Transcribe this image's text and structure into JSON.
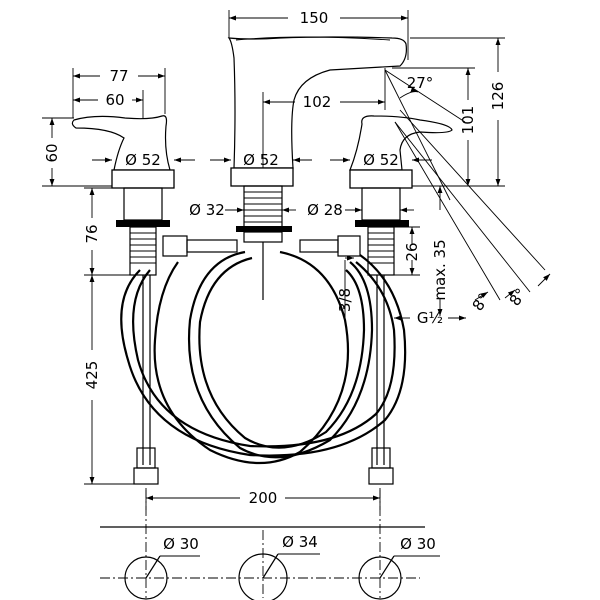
{
  "dims": {
    "spout_width": "150",
    "handle_width": "77",
    "handle_reach": "60",
    "handle_height": "60",
    "spout_reach": "102",
    "spout_height": "101",
    "total_height": "126",
    "spout_angle": "27°",
    "spout_diam": "Ø 52",
    "handle_left_diam": "Ø 52",
    "handle_right_diam": "Ø 52",
    "thread_diam": "Ø 32",
    "valve_diam": "Ø 28",
    "shank_length": "76",
    "valve_length": "26",
    "max_thickness": "max. 35",
    "hose_length": "425",
    "connection_size": "3/8",
    "thread_size": "G½",
    "tilt_angle_1": "8°",
    "tilt_angle_2": "8°",
    "spacing": "200",
    "hole_left_diam": "Ø 30",
    "hole_center_diam": "Ø 34",
    "hole_right_diam": "Ø 30"
  }
}
